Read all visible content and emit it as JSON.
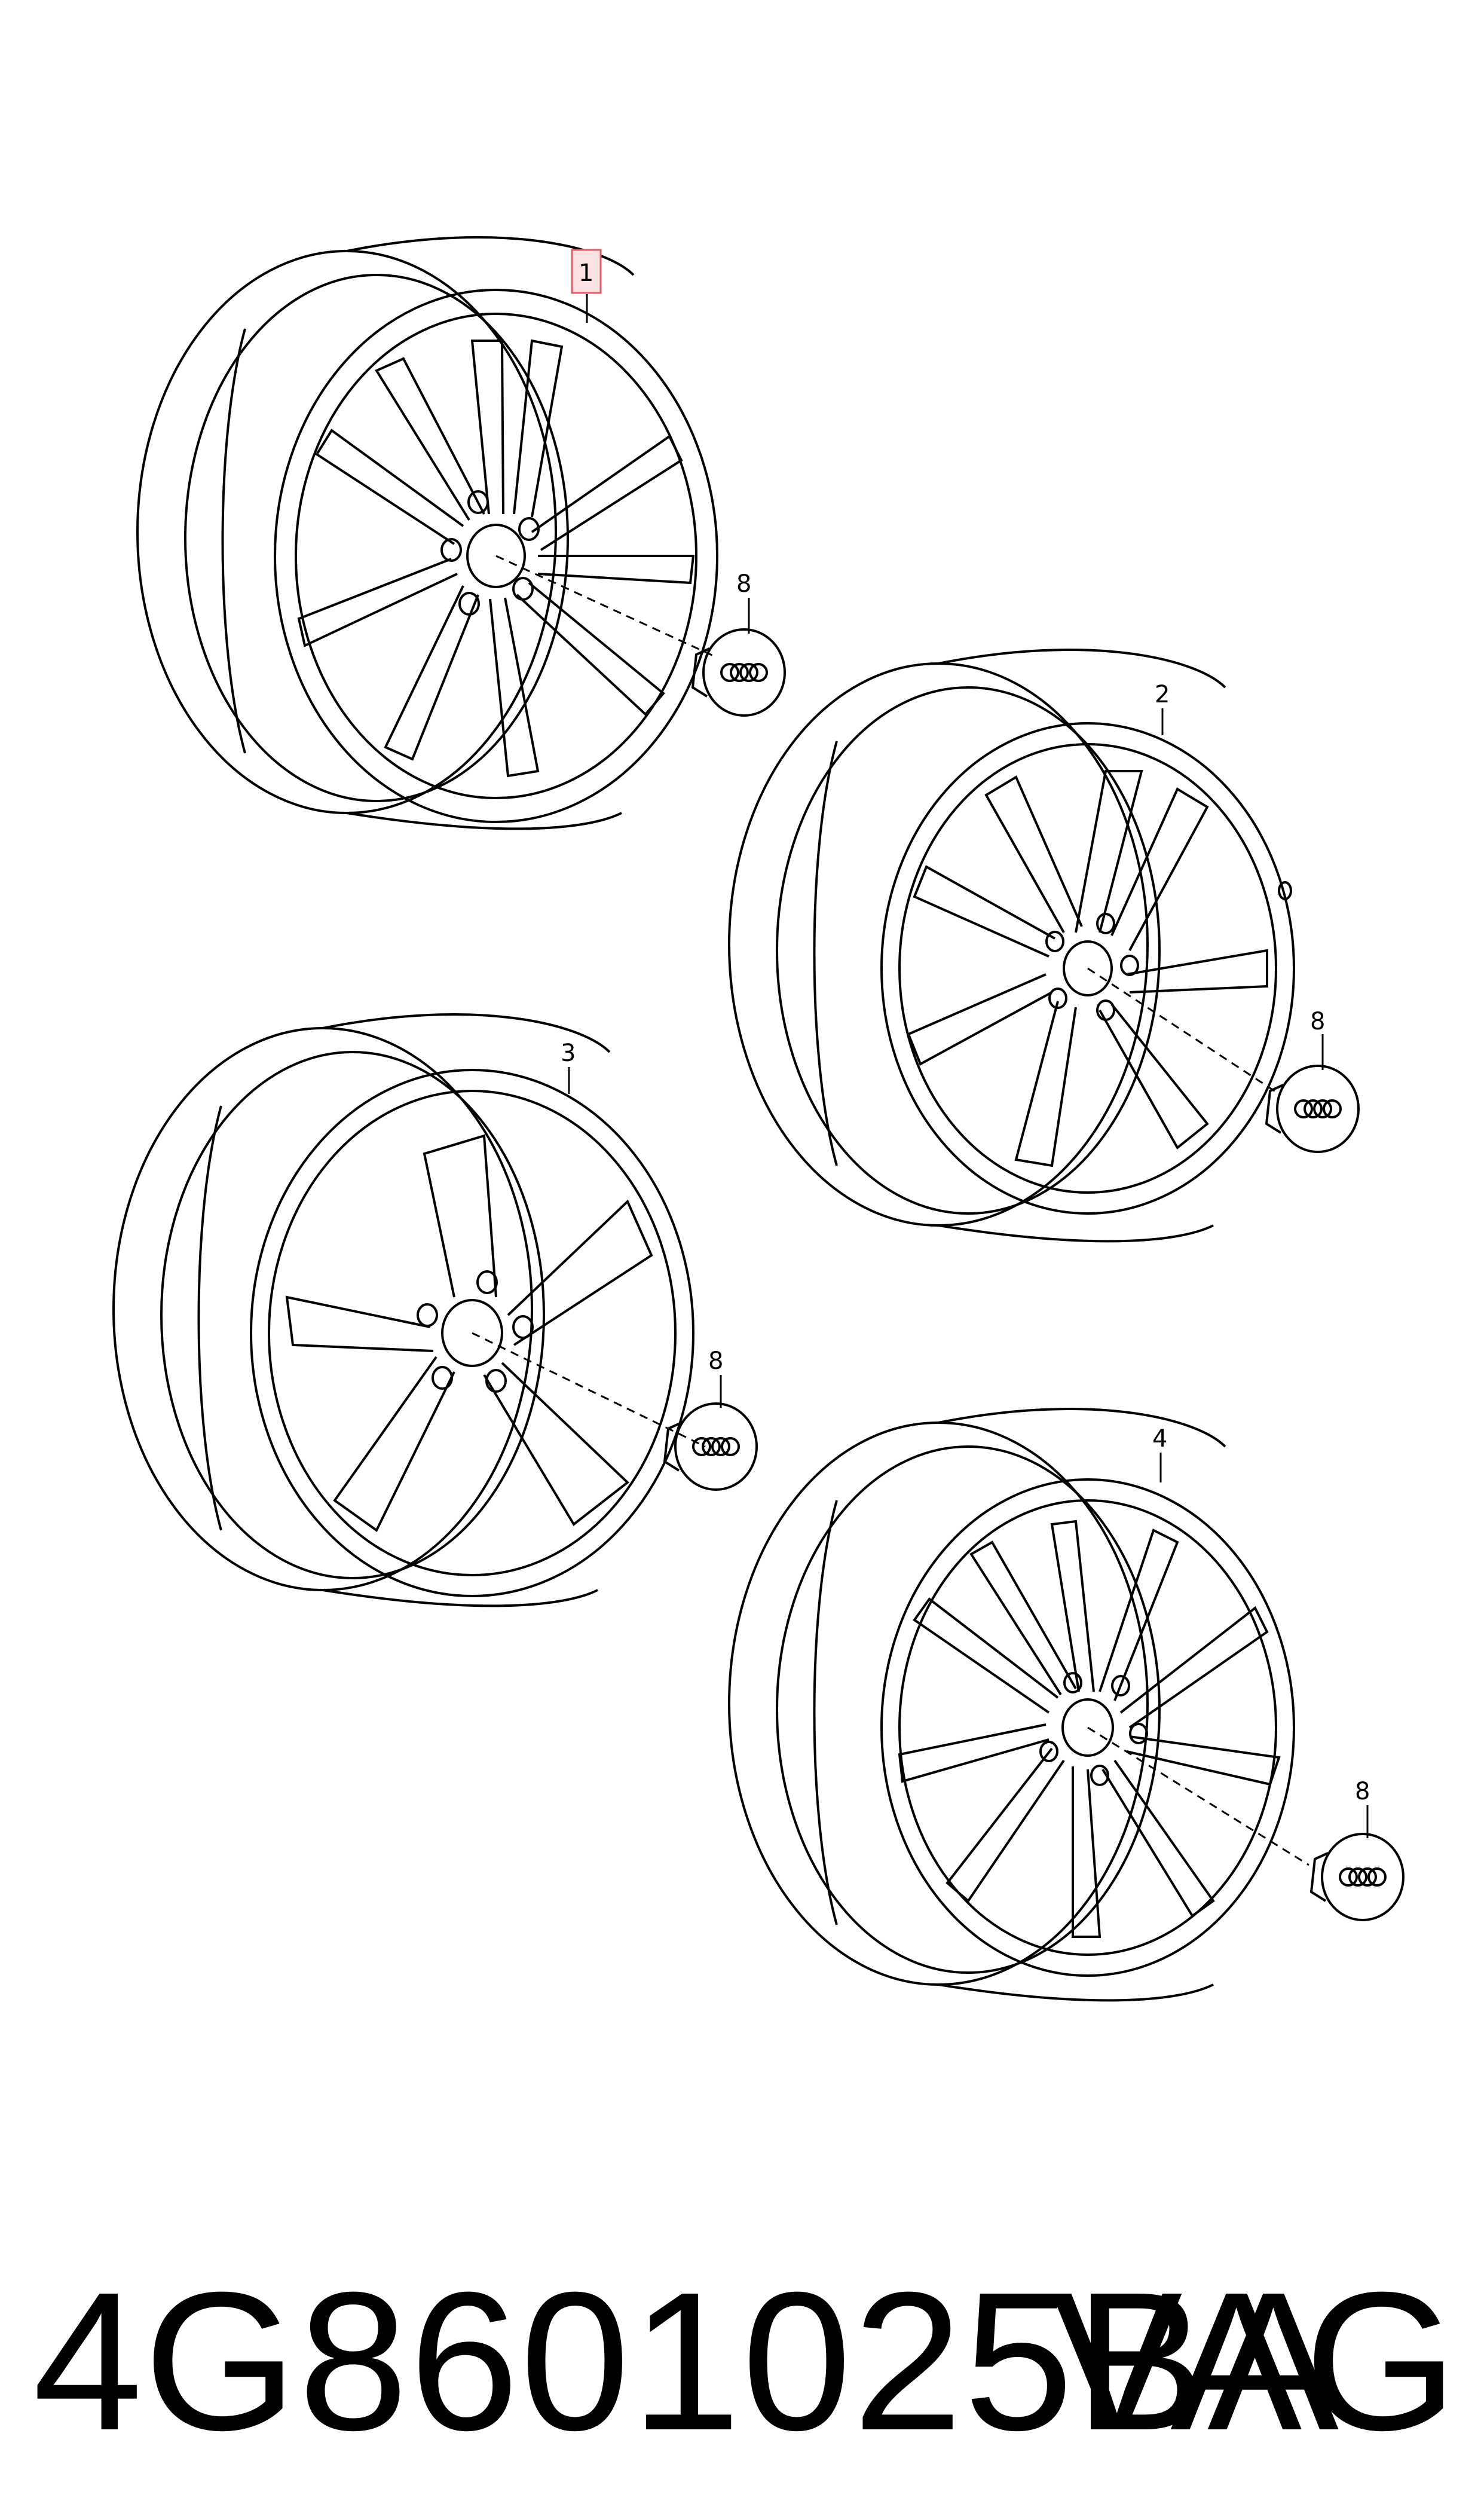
{
  "diagram": {
    "callouts": {
      "wheel_1": "1",
      "wheel_2": "2",
      "wheel_3": "3",
      "wheel_4": "4",
      "cap": "8"
    },
    "highlighted_callout": "1",
    "highlight_color": "#e05a6a",
    "line_color": "#000000"
  },
  "footer": {
    "part_number": "4G8601025BA",
    "brand": "VAG"
  }
}
